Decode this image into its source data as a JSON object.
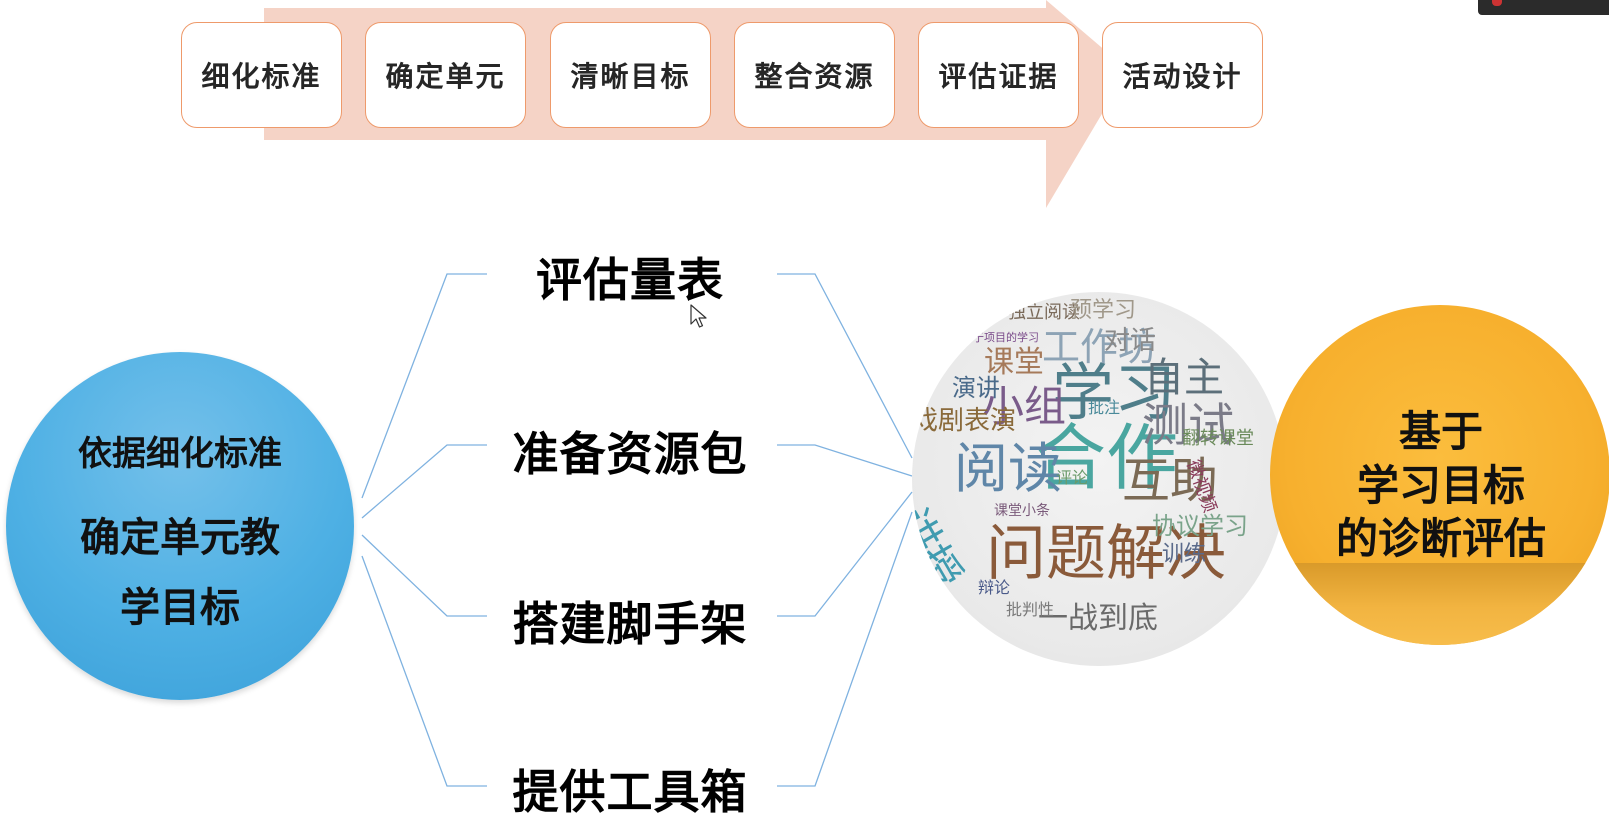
{
  "flow": {
    "steps": [
      "细化标准",
      "确定单元",
      "清晰目标",
      "整合资源",
      "评估证据",
      "活动设计"
    ],
    "arrow_color": "#f5d3c6",
    "box_border_color": "#ee9a6b"
  },
  "left_circle": {
    "line1": "依据细化标准",
    "line2": "确定单元教",
    "line3": "学目标",
    "color": "#4eb0e4"
  },
  "middle_items": [
    "评估量表",
    "准备资源包",
    "搭建脚手架",
    "提供工具箱"
  ],
  "connector_color": "#7fb2e0",
  "word_cloud": {
    "words": [
      {
        "text": "问题解决",
        "color": "#8a5a3a"
      },
      {
        "text": "合作",
        "color": "#4aa6a0"
      },
      {
        "text": "学习",
        "color": "#4f7e8a"
      },
      {
        "text": "阅读",
        "color": "#5f86a8"
      },
      {
        "text": "小组",
        "color": "#7a5b8a"
      },
      {
        "text": "互助",
        "color": "#7b6a55"
      },
      {
        "text": "测试",
        "color": "#7b7b88"
      },
      {
        "text": "讲授",
        "color": "#3f9bb0"
      },
      {
        "text": "自主",
        "color": "#5c6f7a"
      },
      {
        "text": "工作坊",
        "color": "#8da3b5"
      },
      {
        "text": "课堂",
        "color": "#a67a5a"
      },
      {
        "text": "对话",
        "color": "#8a8a8a"
      },
      {
        "text": "戏剧表演",
        "color": "#8a6a3a"
      },
      {
        "text": "演讲",
        "color": "#4a6a8a"
      },
      {
        "text": "协议学习",
        "color": "#7aa38a"
      },
      {
        "text": "一战到底",
        "color": "#6a6a6a"
      },
      {
        "text": "翻转课堂",
        "color": "#6a8a5a"
      },
      {
        "text": "微视频",
        "color": "#8a3a5a"
      },
      {
        "text": "独立阅读",
        "color": "#7a6a5a"
      },
      {
        "text": "预学习",
        "color": "#a0988a"
      },
      {
        "text": "基于项目的学习",
        "color": "#7a4a8a"
      },
      {
        "text": "训练",
        "color": "#5a6a8a"
      },
      {
        "text": "评论",
        "color": "#6a9a6a"
      },
      {
        "text": "批注",
        "color": "#4a8a9a"
      },
      {
        "text": "课堂小条",
        "color": "#7a5a7a"
      },
      {
        "text": "辩论",
        "color": "#4a5a8a"
      },
      {
        "text": "批判性",
        "color": "#7a7a7a"
      }
    ]
  },
  "right_circle": {
    "line1": "基于",
    "line2": "学习目标",
    "line3": "的诊断评估",
    "color": "#f7b02e"
  }
}
